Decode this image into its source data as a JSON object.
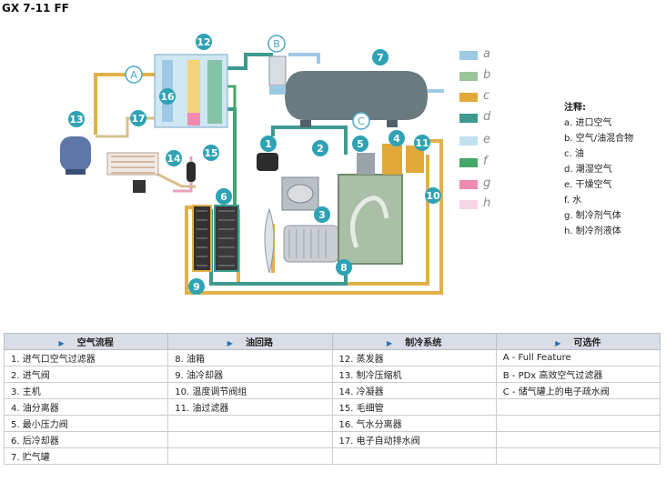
{
  "title": "GX 7-11 FF",
  "labels": {
    "A": "A",
    "B": "B",
    "C": "C",
    "n1": "1",
    "n2": "2",
    "n3": "3",
    "n4": "4",
    "n5": "5",
    "n6": "6",
    "n7": "7",
    "n8": "8",
    "n9": "9",
    "n10": "10",
    "n11": "11",
    "n12": "12",
    "n13": "13",
    "n14": "14",
    "n15": "15",
    "n16": "16",
    "n17": "17"
  },
  "legend": [
    {
      "letter": "a",
      "color": "#9ec9e4"
    },
    {
      "letter": "b",
      "color": "#9dc39b"
    },
    {
      "letter": "c",
      "color": "#e2a83a"
    },
    {
      "letter": "d",
      "color": "#3e9a8e"
    },
    {
      "letter": "e",
      "color": "#bfe1f2"
    },
    {
      "letter": "f",
      "color": "#45a768"
    },
    {
      "letter": "g",
      "color": "#f08ab1"
    },
    {
      "letter": "h",
      "color": "#f6d6e4"
    }
  ],
  "notes": {
    "heading": "注释:",
    "items": [
      "a. 进口空气",
      "b. 空气/油混合物",
      "c. 油",
      "d. 潮湿空气",
      "e. 干燥空气",
      "f. 水",
      "g. 制冷剂气体",
      "h. 制冷剂液体"
    ]
  },
  "table": {
    "headers": [
      "空气流程",
      "油回路",
      "制冷系统",
      "可选件"
    ],
    "rows": [
      [
        "1. 进气口空气过滤器",
        "8. 油箱",
        "12. 蒸发器",
        "A - Full Feature"
      ],
      [
        "2. 进气阀",
        "9. 油冷却器",
        "13. 制冷压缩机",
        "B - PDx 高效空气过滤器"
      ],
      [
        "3. 主机",
        "10. 温度调节阀组",
        "14. 冷凝器",
        "C - 储气罐上的电子疏水阀"
      ],
      [
        "4. 油分离器",
        "11. 油过滤器",
        "15. 毛细管",
        ""
      ],
      [
        "5. 最小压力阀",
        "",
        "16. 气水分离器",
        ""
      ],
      [
        "6. 后冷却器",
        "",
        "17. 电子自动排水阀",
        ""
      ],
      [
        "7. 贮气罐",
        "",
        "",
        ""
      ]
    ]
  }
}
